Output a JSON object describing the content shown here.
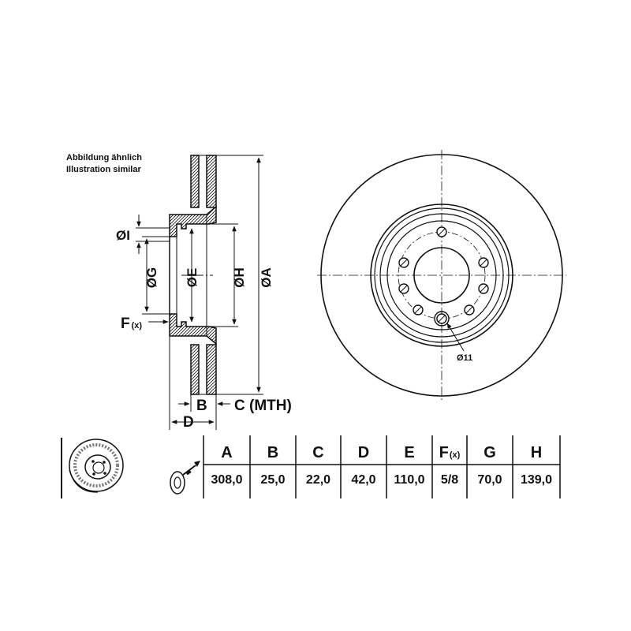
{
  "illustration_note": {
    "line1": "Abbildung ähnlich",
    "line2": "Illustration similar"
  },
  "dimension_labels": {
    "dia_i": "ØI",
    "dia_g": "ØG",
    "dia_e": "ØE",
    "dia_h": "ØH",
    "dia_a": "ØA",
    "f": "F",
    "f_suffix": "(x)",
    "b": "B",
    "c_mth": "C (MTH)",
    "d": "D",
    "bolt_hole": "Ø11"
  },
  "spec_table": {
    "headers": [
      {
        "main": "A",
        "suffix": ""
      },
      {
        "main": "B",
        "suffix": ""
      },
      {
        "main": "C",
        "suffix": ""
      },
      {
        "main": "D",
        "suffix": ""
      },
      {
        "main": "E",
        "suffix": ""
      },
      {
        "main": "F",
        "suffix": "(x)"
      },
      {
        "main": "G",
        "suffix": ""
      },
      {
        "main": "H",
        "suffix": ""
      }
    ],
    "values": [
      "308,0",
      "25,0",
      "22,0",
      "42,0",
      "110,0",
      "5/8",
      "70,0",
      "139,0"
    ]
  },
  "icons": {
    "thumbnail": "brake-disc-thumbnail-icon",
    "dimension_mark": "disc-dimension-icon"
  },
  "colors": {
    "line": "#111111",
    "background": "#ffffff"
  }
}
